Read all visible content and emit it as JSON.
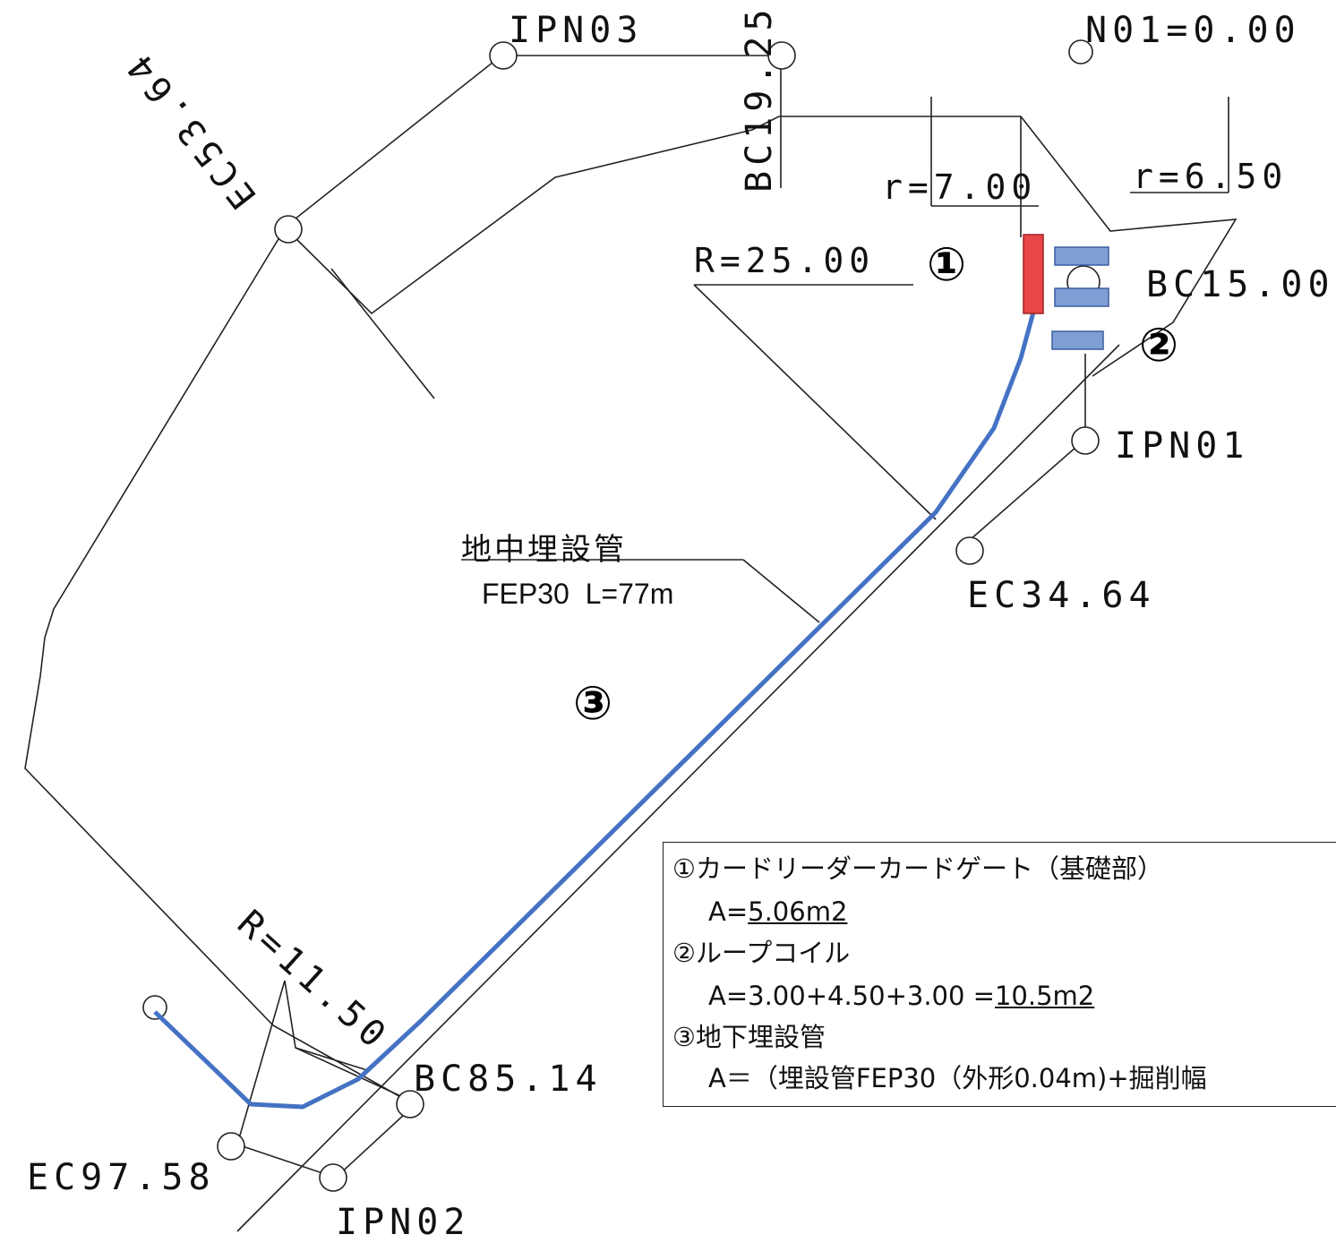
{
  "points": {
    "ipn03": "IPN03",
    "n01": "N01=0.00",
    "bc19": "BC19.25",
    "r7": "r=7.00",
    "r65": "r=6.50",
    "ec53": "EC53.64",
    "r25": "R=25.00",
    "bc15": "BC15.00",
    "ipn01": "IPN01",
    "ec34": "EC34.64",
    "r115": "R=11.50",
    "bc85": "BC85.14",
    "ec97": "EC97.58",
    "ipn02": "IPN02"
  },
  "callouts": {
    "c1": "①",
    "c2": "②",
    "c3": "③"
  },
  "pipe_note": {
    "title": "地中埋設管",
    "spec": "FEP30  L=77m"
  },
  "legend": {
    "item1_title": "①カードリーダーカードゲート（基礎部）",
    "item1_area_prefix": "A=",
    "item1_area_value": "5.06m2",
    "item2_title": "②ループコイル",
    "item2_area_prefix": "A=3.00+4.50+3.00 =",
    "item2_area_value": "10.5m2",
    "item3_title": "③地下埋設管",
    "item3_area": "A＝（埋設管FEP30（外形0.04m)+掘削幅"
  },
  "colors": {
    "pipe": "#4472c4",
    "gate_fill": "#e8474a",
    "coil_fill": "#7f9fd4"
  }
}
